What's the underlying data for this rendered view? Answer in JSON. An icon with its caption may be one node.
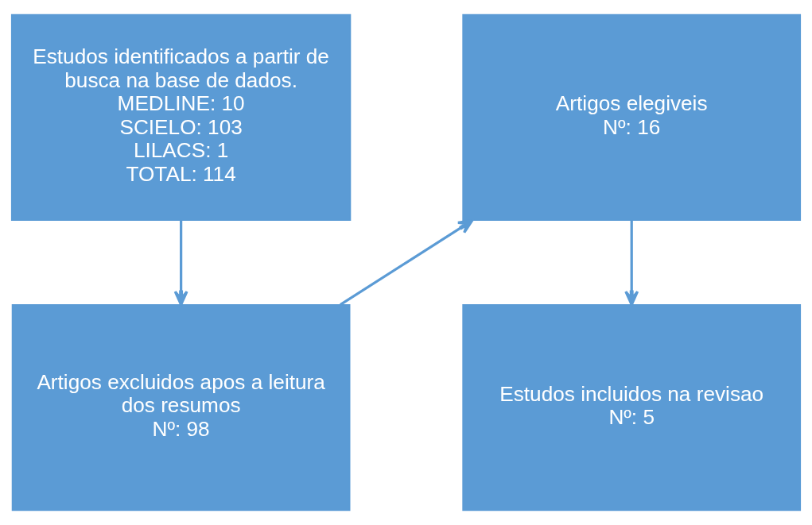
{
  "diagram": {
    "nodes": [
      {
        "text": [
          "Estudos identificados a partir de busca na base de dados.",
          "MEDLINE: 10",
          "SCIELO: 103",
          "LILACS: 1",
          "TOTAL: 114"
        ]
      },
      {
        "text": [
          "Artigos excluidos apos a leitura dos resumos",
          "Nº: 98"
        ]
      },
      {
        "text": [
          "Artigos elegiveis",
          "Nº: 16"
        ]
      },
      {
        "text": [
          "Estudos incluidos na revisao",
          "Nº: 5"
        ]
      }
    ],
    "edges": [
      {
        "from": 0,
        "to": 1,
        "arrow": "to"
      },
      {
        "from": 1,
        "to": 2,
        "arrow": "to"
      },
      {
        "from": 2,
        "to": 3,
        "arrow": "to"
      }
    ]
  }
}
